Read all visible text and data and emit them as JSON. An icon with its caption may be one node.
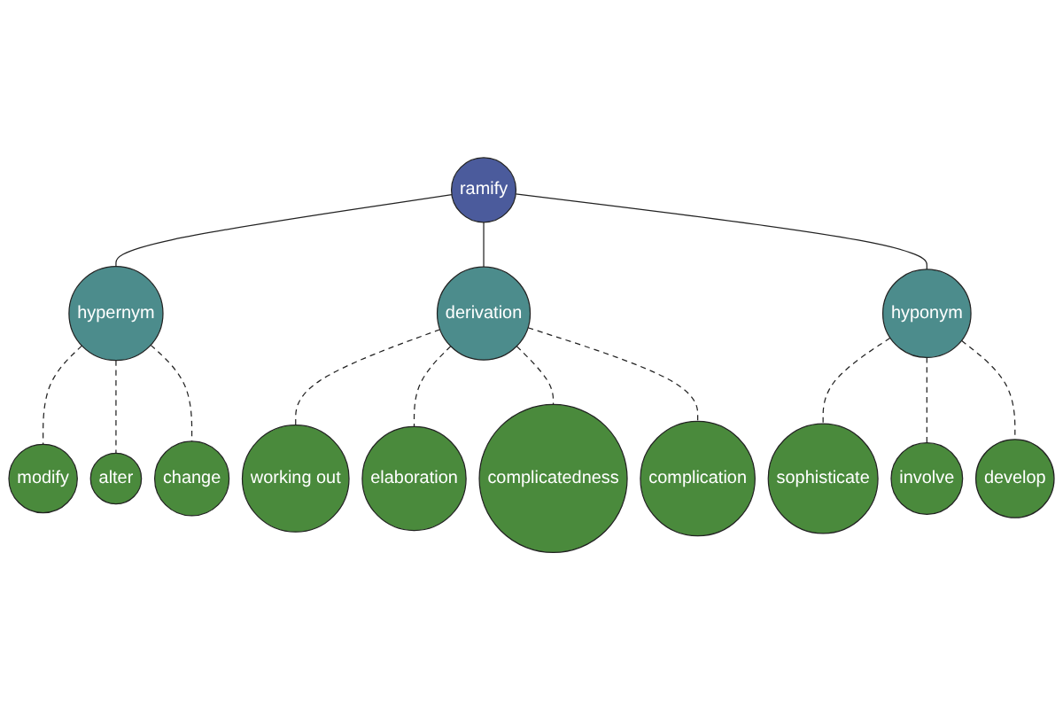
{
  "diagram": {
    "nodes": [
      {
        "text": [
          "modify"
        ]
      },
      {
        "text": [
          "alter"
        ]
      },
      {
        "text": [
          "change"
        ]
      },
      {
        "text": [
          "hypernym"
        ]
      },
      {
        "text": [
          "working out"
        ]
      },
      {
        "text": [
          "ramify"
        ]
      },
      {
        "text": [
          "elaboration"
        ]
      },
      {
        "text": [
          "derivation"
        ]
      },
      {
        "text": [
          "complicatedness"
        ]
      },
      {
        "text": [
          "complication"
        ]
      },
      {
        "text": [
          "hyponym"
        ]
      },
      {
        "text": [
          "sophisticate"
        ]
      },
      {
        "text": [
          "involve"
        ]
      },
      {
        "text": [
          "develop"
        ]
      }
    ],
    "edges": [
      {
        "from": 5,
        "to": 3,
        "arrow": "none"
      },
      {
        "from": 5,
        "to": 7,
        "arrow": "none"
      },
      {
        "from": 5,
        "to": 10,
        "arrow": "none"
      },
      {
        "from": 3,
        "to": 0,
        "arrow": "none",
        "style": "dashed"
      },
      {
        "from": 3,
        "to": 1,
        "arrow": "none",
        "style": "dashed"
      },
      {
        "from": 3,
        "to": 2,
        "arrow": "none",
        "style": "dashed"
      },
      {
        "from": 7,
        "to": 4,
        "arrow": "none",
        "style": "dashed"
      },
      {
        "from": 7,
        "to": 6,
        "arrow": "none",
        "style": "dashed"
      },
      {
        "from": 7,
        "to": 8,
        "arrow": "none",
        "style": "dashed"
      },
      {
        "from": 7,
        "to": 9,
        "arrow": "none",
        "style": "dashed"
      },
      {
        "from": 10,
        "to": 11,
        "arrow": "none",
        "style": "dashed"
      },
      {
        "from": 10,
        "to": 12,
        "arrow": "none",
        "style": "dashed"
      },
      {
        "from": 10,
        "to": 13,
        "arrow": "none",
        "style": "dashed"
      }
    ]
  }
}
